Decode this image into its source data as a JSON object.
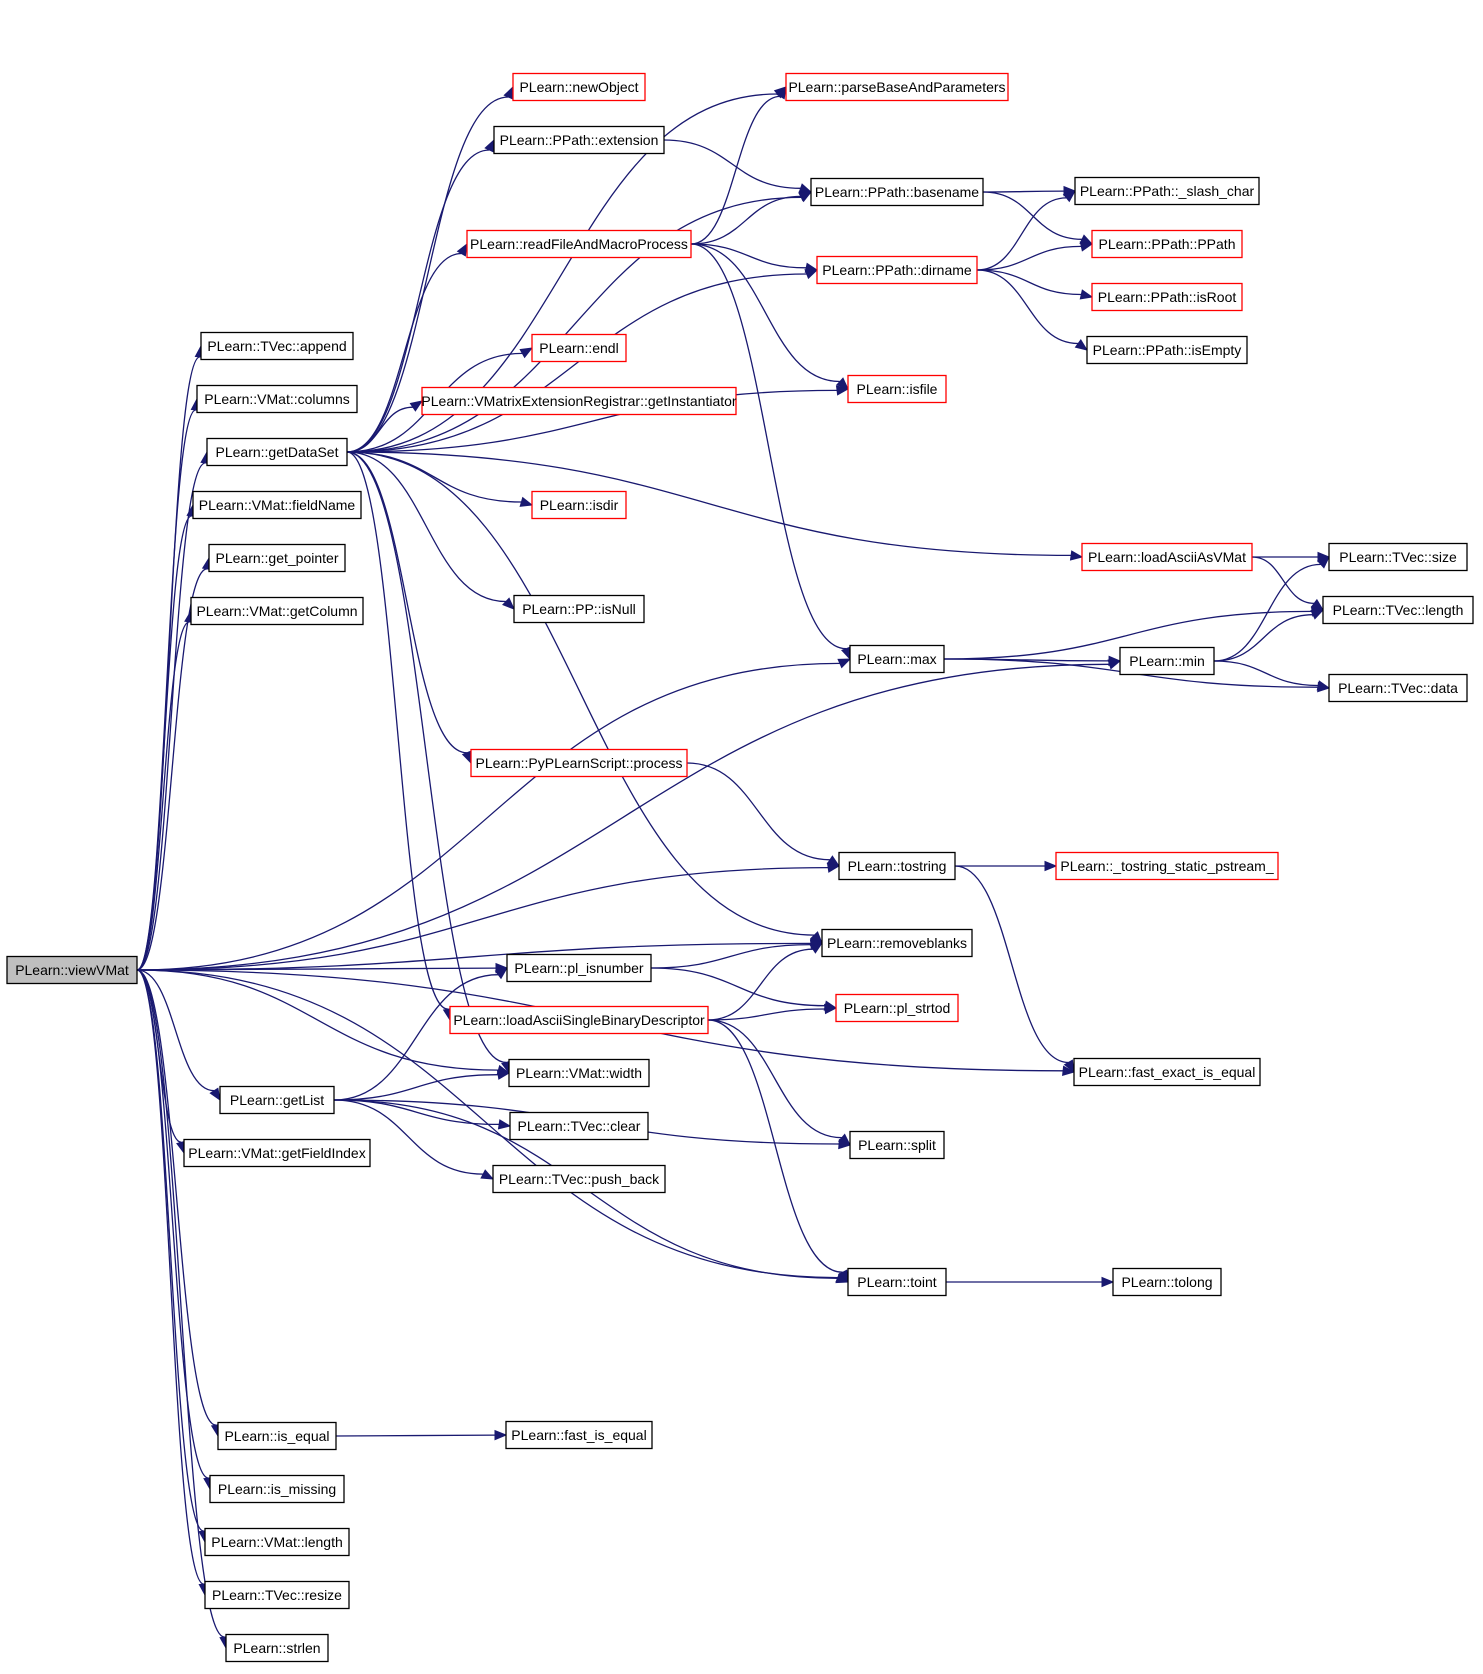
{
  "graph": {
    "colors": {
      "edge": "#191970",
      "root_fill": "#bfbfbf",
      "node_fill": "#ffffff",
      "border_default": "#000000",
      "border_truncated": "#ff0000"
    },
    "root": "viewVMat",
    "nodes": [
      {
        "id": "viewVMat",
        "label": "PLearn::viewVMat",
        "border": "black",
        "root": true
      },
      {
        "id": "append",
        "label": "PLearn::TVec::append",
        "border": "black"
      },
      {
        "id": "columns",
        "label": "PLearn::VMat::columns",
        "border": "black"
      },
      {
        "id": "getDataSet",
        "label": "PLearn::getDataSet",
        "border": "black"
      },
      {
        "id": "fieldName",
        "label": "PLearn::VMat::fieldName",
        "border": "black"
      },
      {
        "id": "get_pointer",
        "label": "PLearn::get_pointer",
        "border": "black"
      },
      {
        "id": "getColumn",
        "label": "PLearn::VMat::getColumn",
        "border": "black"
      },
      {
        "id": "getList",
        "label": "PLearn::getList",
        "border": "black"
      },
      {
        "id": "getFieldIndex",
        "label": "PLearn::VMat::getFieldIndex",
        "border": "black"
      },
      {
        "id": "is_equal",
        "label": "PLearn::is_equal",
        "border": "black"
      },
      {
        "id": "is_missing",
        "label": "PLearn::is_missing",
        "border": "black"
      },
      {
        "id": "vmlength",
        "label": "PLearn::VMat::length",
        "border": "black"
      },
      {
        "id": "resize",
        "label": "PLearn::TVec::resize",
        "border": "black"
      },
      {
        "id": "strlen",
        "label": "PLearn::strlen",
        "border": "black"
      },
      {
        "id": "newObject",
        "label": "PLearn::newObject",
        "border": "red"
      },
      {
        "id": "extension",
        "label": "PLearn::PPath::extension",
        "border": "black"
      },
      {
        "id": "readFile",
        "label": "PLearn::readFileAndMacroProcess",
        "border": "red"
      },
      {
        "id": "endl",
        "label": "PLearn::endl",
        "border": "red"
      },
      {
        "id": "getInstantiator",
        "label": "PLearn::VMatrixExtensionRegistrar::getInstantiator",
        "border": "red"
      },
      {
        "id": "isdir",
        "label": "PLearn::isdir",
        "border": "red"
      },
      {
        "id": "isNull",
        "label": "PLearn::PP::isNull",
        "border": "black"
      },
      {
        "id": "process",
        "label": "PLearn::PyPLearnScript::process",
        "border": "red"
      },
      {
        "id": "pl_isnumber",
        "label": "PLearn::pl_isnumber",
        "border": "black"
      },
      {
        "id": "loadAsciiSBD",
        "label": "PLearn::loadAsciiSingleBinaryDescriptor",
        "border": "red"
      },
      {
        "id": "width",
        "label": "PLearn::VMat::width",
        "border": "black"
      },
      {
        "id": "clear",
        "label": "PLearn::TVec::clear",
        "border": "black"
      },
      {
        "id": "push_back",
        "label": "PLearn::TVec::push_back",
        "border": "black"
      },
      {
        "id": "fast_is_equal",
        "label": "PLearn::fast_is_equal",
        "border": "black"
      },
      {
        "id": "parseBase",
        "label": "PLearn::parseBaseAndParameters",
        "border": "red"
      },
      {
        "id": "basename",
        "label": "PLearn::PPath::basename",
        "border": "black"
      },
      {
        "id": "dirname",
        "label": "PLearn::PPath::dirname",
        "border": "red"
      },
      {
        "id": "isfile",
        "label": "PLearn::isfile",
        "border": "red"
      },
      {
        "id": "max",
        "label": "PLearn::max",
        "border": "black"
      },
      {
        "id": "tostring",
        "label": "PLearn::tostring",
        "border": "black"
      },
      {
        "id": "removeblanks",
        "label": "PLearn::removeblanks",
        "border": "black"
      },
      {
        "id": "pl_strtod",
        "label": "PLearn::pl_strtod",
        "border": "red"
      },
      {
        "id": "split",
        "label": "PLearn::split",
        "border": "black"
      },
      {
        "id": "toint",
        "label": "PLearn::toint",
        "border": "black"
      },
      {
        "id": "slash_char",
        "label": "PLearn::PPath::_slash_char",
        "border": "black"
      },
      {
        "id": "PPath",
        "label": "PLearn::PPath::PPath",
        "border": "red"
      },
      {
        "id": "isRoot",
        "label": "PLearn::PPath::isRoot",
        "border": "red"
      },
      {
        "id": "isEmpty",
        "label": "PLearn::PPath::isEmpty",
        "border": "black"
      },
      {
        "id": "loadAsciiAsVMat",
        "label": "PLearn::loadAsciiAsVMat",
        "border": "red"
      },
      {
        "id": "min",
        "label": "PLearn::min",
        "border": "black"
      },
      {
        "id": "tostring_static",
        "label": "PLearn::_tostring_static_pstream_",
        "border": "red"
      },
      {
        "id": "fast_exact",
        "label": "PLearn::fast_exact_is_equal",
        "border": "black"
      },
      {
        "id": "tolong",
        "label": "PLearn::tolong",
        "border": "black"
      },
      {
        "id": "tvsize",
        "label": "PLearn::TVec::size",
        "border": "black"
      },
      {
        "id": "tvlength",
        "label": "PLearn::TVec::length",
        "border": "black"
      },
      {
        "id": "tvdata",
        "label": "PLearn::TVec::data",
        "border": "black"
      }
    ],
    "edges": [
      {
        "from": "viewVMat",
        "to": "append"
      },
      {
        "from": "viewVMat",
        "to": "columns"
      },
      {
        "from": "viewVMat",
        "to": "getDataSet"
      },
      {
        "from": "viewVMat",
        "to": "fieldName"
      },
      {
        "from": "viewVMat",
        "to": "get_pointer"
      },
      {
        "from": "viewVMat",
        "to": "getColumn"
      },
      {
        "from": "viewVMat",
        "to": "max"
      },
      {
        "from": "viewVMat",
        "to": "min"
      },
      {
        "from": "viewVMat",
        "to": "tostring"
      },
      {
        "from": "viewVMat",
        "to": "removeblanks"
      },
      {
        "from": "viewVMat",
        "to": "pl_isnumber"
      },
      {
        "from": "viewVMat",
        "to": "width"
      },
      {
        "from": "viewVMat",
        "to": "getList"
      },
      {
        "from": "viewVMat",
        "to": "getFieldIndex"
      },
      {
        "from": "viewVMat",
        "to": "toint"
      },
      {
        "from": "viewVMat",
        "to": "fast_exact"
      },
      {
        "from": "viewVMat",
        "to": "is_equal"
      },
      {
        "from": "viewVMat",
        "to": "is_missing"
      },
      {
        "from": "viewVMat",
        "to": "vmlength"
      },
      {
        "from": "viewVMat",
        "to": "resize"
      },
      {
        "from": "viewVMat",
        "to": "strlen"
      },
      {
        "from": "getDataSet",
        "to": "parseBase"
      },
      {
        "from": "getDataSet",
        "to": "newObject"
      },
      {
        "from": "getDataSet",
        "to": "extension"
      },
      {
        "from": "getDataSet",
        "to": "basename"
      },
      {
        "from": "getDataSet",
        "to": "readFile"
      },
      {
        "from": "getDataSet",
        "to": "dirname"
      },
      {
        "from": "getDataSet",
        "to": "endl"
      },
      {
        "from": "getDataSet",
        "to": "getInstantiator"
      },
      {
        "from": "getDataSet",
        "to": "isfile"
      },
      {
        "from": "getDataSet",
        "to": "isdir"
      },
      {
        "from": "getDataSet",
        "to": "loadAsciiAsVMat"
      },
      {
        "from": "getDataSet",
        "to": "isNull"
      },
      {
        "from": "getDataSet",
        "to": "process"
      },
      {
        "from": "getDataSet",
        "to": "removeblanks"
      },
      {
        "from": "getDataSet",
        "to": "loadAsciiSBD"
      },
      {
        "from": "getDataSet",
        "to": "width"
      },
      {
        "from": "extension",
        "to": "basename"
      },
      {
        "from": "readFile",
        "to": "parseBase"
      },
      {
        "from": "readFile",
        "to": "basename"
      },
      {
        "from": "readFile",
        "to": "dirname"
      },
      {
        "from": "readFile",
        "to": "isfile"
      },
      {
        "from": "readFile",
        "to": "max"
      },
      {
        "from": "basename",
        "to": "slash_char"
      },
      {
        "from": "basename",
        "to": "PPath"
      },
      {
        "from": "dirname",
        "to": "slash_char"
      },
      {
        "from": "dirname",
        "to": "PPath"
      },
      {
        "from": "dirname",
        "to": "isRoot"
      },
      {
        "from": "dirname",
        "to": "isEmpty"
      },
      {
        "from": "loadAsciiAsVMat",
        "to": "tvsize"
      },
      {
        "from": "loadAsciiAsVMat",
        "to": "tvlength"
      },
      {
        "from": "max",
        "to": "tvlength"
      },
      {
        "from": "max",
        "to": "min"
      },
      {
        "from": "max",
        "to": "tvdata"
      },
      {
        "from": "min",
        "to": "tvsize"
      },
      {
        "from": "min",
        "to": "tvlength"
      },
      {
        "from": "min",
        "to": "tvdata"
      },
      {
        "from": "process",
        "to": "tostring"
      },
      {
        "from": "tostring",
        "to": "tostring_static"
      },
      {
        "from": "tostring",
        "to": "fast_exact"
      },
      {
        "from": "pl_isnumber",
        "to": "removeblanks"
      },
      {
        "from": "pl_isnumber",
        "to": "pl_strtod"
      },
      {
        "from": "loadAsciiSBD",
        "to": "removeblanks"
      },
      {
        "from": "loadAsciiSBD",
        "to": "pl_strtod"
      },
      {
        "from": "loadAsciiSBD",
        "to": "split"
      },
      {
        "from": "loadAsciiSBD",
        "to": "toint"
      },
      {
        "from": "getList",
        "to": "pl_isnumber"
      },
      {
        "from": "getList",
        "to": "width"
      },
      {
        "from": "getList",
        "to": "clear"
      },
      {
        "from": "getList",
        "to": "push_back"
      },
      {
        "from": "getList",
        "to": "split"
      },
      {
        "from": "getList",
        "to": "toint"
      },
      {
        "from": "toint",
        "to": "tolong"
      },
      {
        "from": "is_equal",
        "to": "fast_is_equal"
      }
    ]
  }
}
